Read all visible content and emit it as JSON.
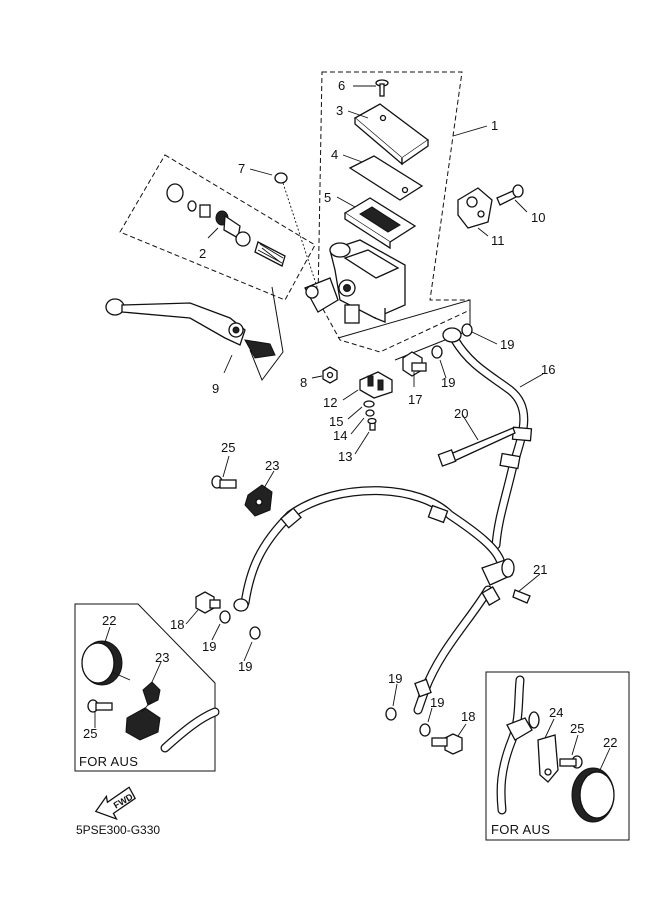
{
  "diagram_code": "5PSE300-G330",
  "box_label": "FOR AUS",
  "fwd_label": "FWD",
  "callouts": {
    "c1": "1",
    "c2": "2",
    "c3": "3",
    "c4": "4",
    "c5": "5",
    "c6": "6",
    "c7": "7",
    "c8": "8",
    "c9": "9",
    "c10": "10",
    "c11": "11",
    "c12": "12",
    "c13": "13",
    "c14": "14",
    "c15": "15",
    "c16": "16",
    "c17": "17",
    "c18a": "18",
    "c18b": "18",
    "c19a": "19",
    "c19b": "19",
    "c19c": "19",
    "c19d": "19",
    "c19e": "19",
    "c19f": "19",
    "c20": "20",
    "c21": "21",
    "c22a": "22",
    "c22b": "22",
    "c23a": "23",
    "c23b": "23",
    "c24": "24",
    "c25a": "25",
    "c25b": "25",
    "c25c": "25"
  }
}
